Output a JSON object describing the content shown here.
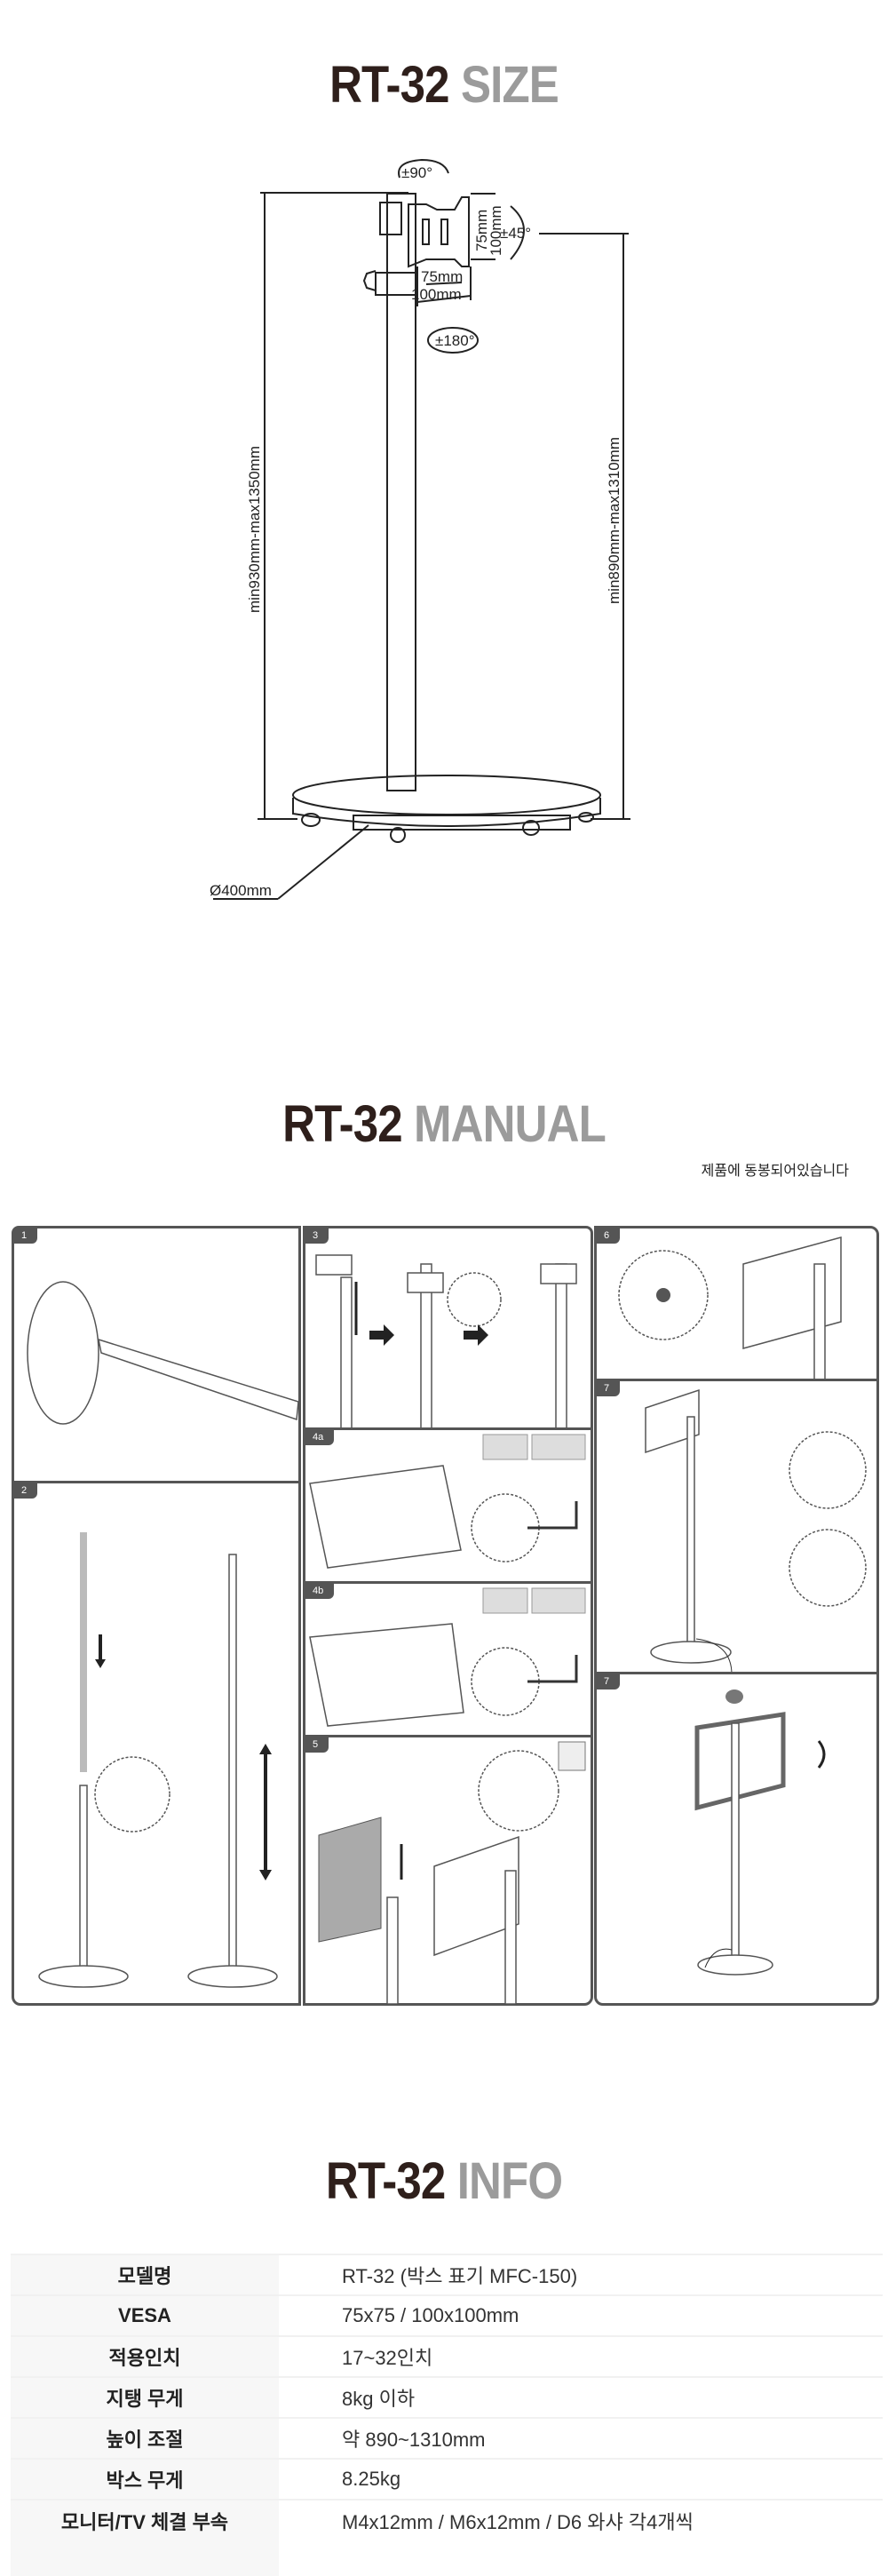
{
  "size": {
    "title_model": "RT-32",
    "title_word": "SIZE",
    "labels": {
      "tilt": "±90°",
      "swivel": "±45°",
      "rotate": "±180°",
      "vesa75_h": "75mm",
      "vesa100_h": "100mm",
      "vesa75_w": "75mm",
      "vesa100_w": "100mm",
      "height_total": "min930mm-max1350mm",
      "height_center": "min890mm-max1310mm",
      "base": "Ø400mm"
    }
  },
  "manual": {
    "title_model": "RT-32",
    "title_word": "MANUAL",
    "note": "제품에 동봉되어있습니다",
    "steps": [
      "1",
      "2",
      "3",
      "4a",
      "4b",
      "5",
      "6",
      "7",
      "7"
    ]
  },
  "info": {
    "title_model": "RT-32",
    "title_word": "INFO",
    "rows": [
      {
        "label": "모델명",
        "value": "RT-32 (박스 표기 MFC-150)"
      },
      {
        "label": "VESA",
        "value": "75x75 / 100x100mm"
      },
      {
        "label": "적용인치",
        "value": "17~32인치"
      },
      {
        "label": "지탱 무게",
        "value": "8kg 이하"
      },
      {
        "label": "높이 조절",
        "value": "약 890~1310mm"
      },
      {
        "label": "박스 무게",
        "value": "8.25kg"
      },
      {
        "label": "모니터/TV 체결 부속",
        "value": "M4x12mm / M6x12mm  / D6 와샤 각4개씩"
      }
    ]
  }
}
